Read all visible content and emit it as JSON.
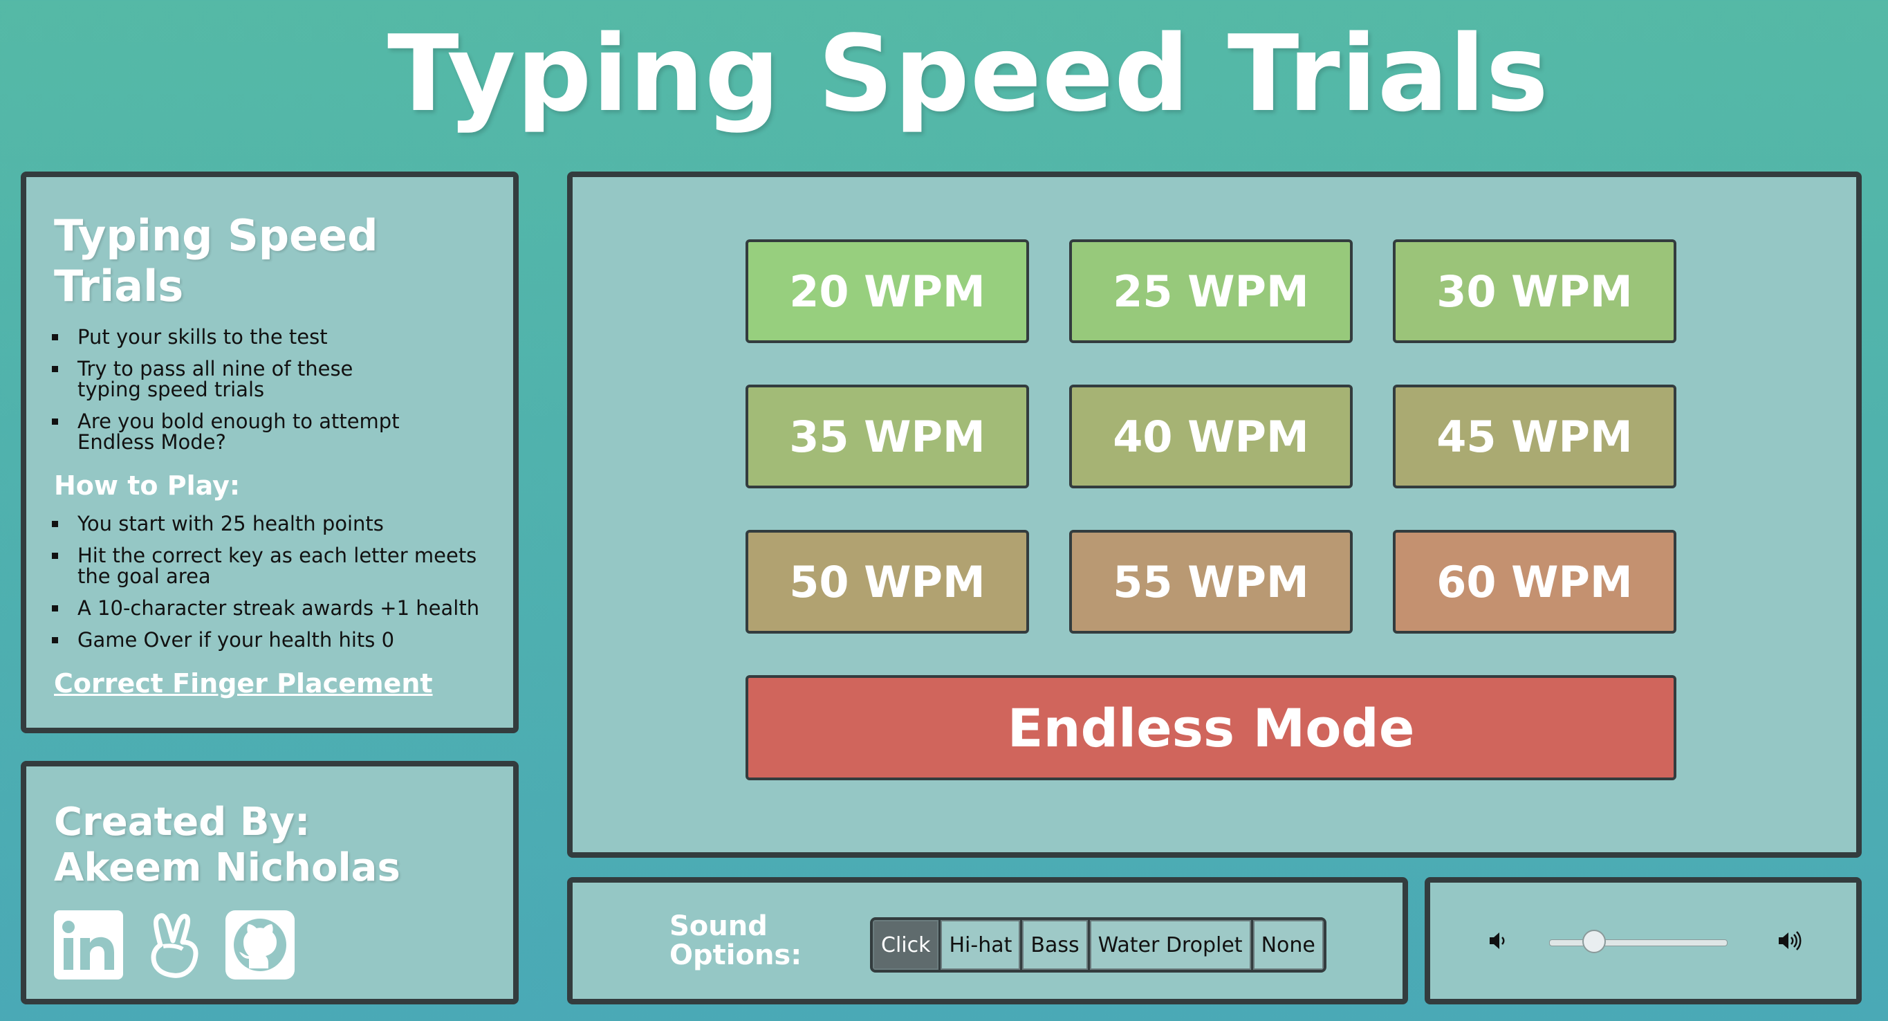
{
  "app": {
    "title": "Typing Speed Trials"
  },
  "info": {
    "title": "Typing Speed Trials",
    "bullets": [
      "Put your skills to the test",
      "Try to pass all nine of these typing speed trials",
      "Are you bold enough to attempt Endless Mode?"
    ],
    "how_to_title": "How to Play:",
    "how_to": [
      "You start with 25 health points",
      "Hit the correct key as each letter meets the goal area",
      "A 10-character streak awards +1 health",
      "Game Over if your health hits 0"
    ],
    "link": "Correct Finger Placement"
  },
  "credits": {
    "line1": "Created By:",
    "line2": "Akeem Nicholas",
    "icons": [
      "linkedin-icon",
      "angellist-icon",
      "github-icon"
    ]
  },
  "levels": [
    {
      "label": "20 WPM",
      "color": "#97cf7e"
    },
    {
      "label": "25 WPM",
      "color": "#97c97b"
    },
    {
      "label": "30 WPM",
      "color": "#9bc479"
    },
    {
      "label": "35 WPM",
      "color": "#a2bb77"
    },
    {
      "label": "40 WPM",
      "color": "#a6b374"
    },
    {
      "label": "45 WPM",
      "color": "#aaaa72"
    },
    {
      "label": "50 WPM",
      "color": "#b1a271"
    },
    {
      "label": "55 WPM",
      "color": "#b99973"
    },
    {
      "label": "60 WPM",
      "color": "#c49170"
    }
  ],
  "endless": {
    "label": "Endless Mode",
    "color": "#d0655c"
  },
  "sound": {
    "label": "Sound Options:",
    "options": [
      "Click",
      "Hi-hat",
      "Bass",
      "Water Droplet",
      "None"
    ],
    "selected": "Click"
  },
  "volume": {
    "level": 0.25,
    "min_icon": "volume-low-icon",
    "max_icon": "volume-high-icon"
  }
}
